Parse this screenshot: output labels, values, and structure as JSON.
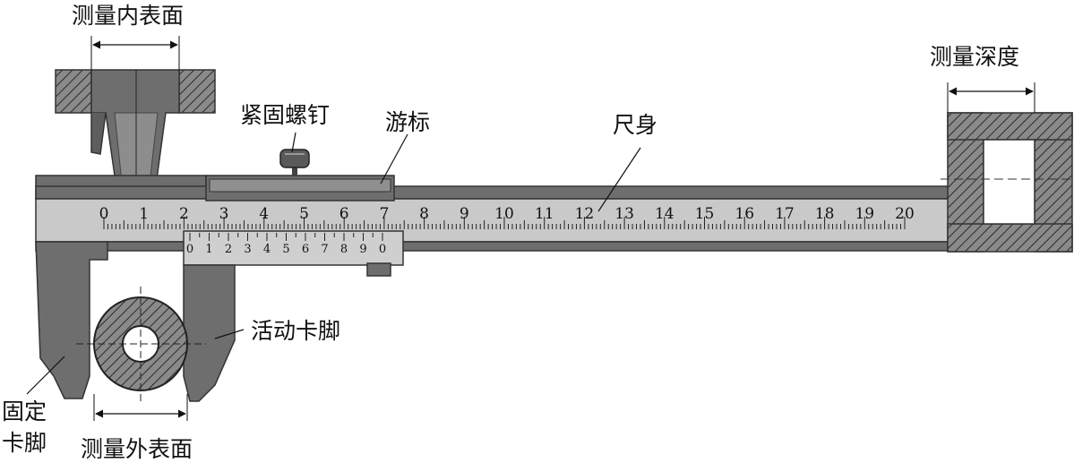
{
  "labels": {
    "inner_surface": "测量内表面",
    "depth": "测量深度",
    "lock_screw": "紧固螺钉",
    "vernier": "游标",
    "main_scale": "尺身",
    "movable_jaw": "活动卡脚",
    "fixed_jaw_line1": "固定",
    "fixed_jaw_line2": "卡脚",
    "outer_surface": "测量外表面"
  },
  "main_scale_numbers": [
    "0",
    "1",
    "2",
    "3",
    "4",
    "5",
    "6",
    "7",
    "8",
    "9",
    "10",
    "11",
    "12",
    "13",
    "14",
    "15",
    "16",
    "17",
    "18",
    "19",
    "20"
  ],
  "vernier_numbers": [
    "0",
    "1",
    "2",
    "3",
    "4",
    "5",
    "6",
    "7",
    "8",
    "9",
    "0"
  ],
  "colors": {
    "body": "#6e6e6e",
    "scale_face": "#c9c9c9",
    "vernier_face": "#cfcfcf",
    "ink": "#111111"
  }
}
